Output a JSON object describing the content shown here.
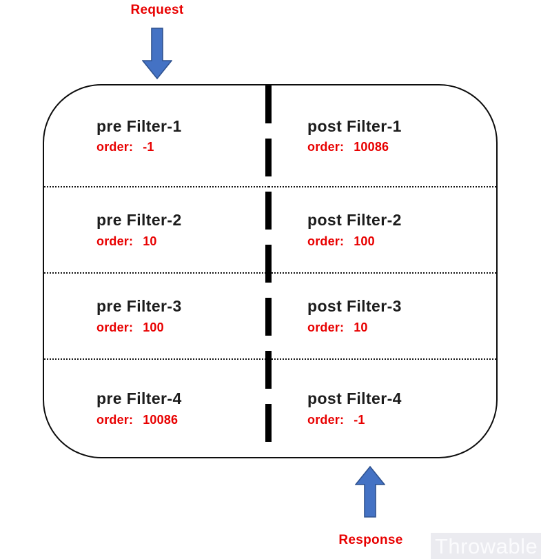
{
  "diagram": {
    "request_label": "Request",
    "response_label": "Response",
    "watermark": "Throwable",
    "order_label": "order:",
    "rows": [
      {
        "pre": {
          "title": "pre Filter-1",
          "order_value": "-1"
        },
        "post": {
          "title": "post Filter-1",
          "order_value": "10086"
        }
      },
      {
        "pre": {
          "title": "pre Filter-2",
          "order_value": "10"
        },
        "post": {
          "title": "post Filter-2",
          "order_value": "100"
        }
      },
      {
        "pre": {
          "title": "pre Filter-3",
          "order_value": "100"
        },
        "post": {
          "title": "post Filter-3",
          "order_value": "10"
        }
      },
      {
        "pre": {
          "title": "pre Filter-4",
          "order_value": "10086"
        },
        "post": {
          "title": "post Filter-4",
          "order_value": "-1"
        }
      }
    ],
    "colors": {
      "accent_red": "#e80000",
      "arrow_fill": "#4472c4",
      "arrow_border": "#2f528f",
      "box_border": "#0d0d0d",
      "title_text": "#1c1c1c",
      "watermark_bg": "#ebebf0",
      "watermark_text": "#fbfbfd"
    }
  }
}
